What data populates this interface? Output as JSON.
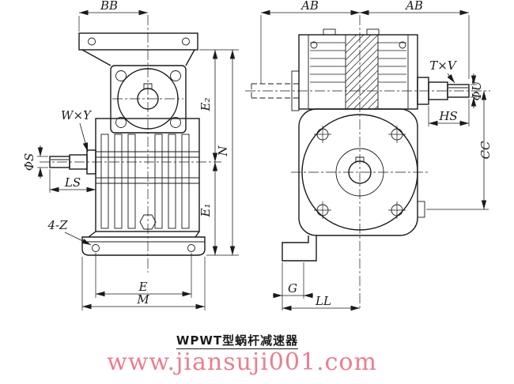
{
  "page": {
    "title": "WPWT型蜗杆减速器",
    "watermark": "www.jiansuji001.com"
  },
  "colors": {
    "line": "#1a1a1a",
    "watermark": "#ea7e90",
    "background": "#ffffff"
  },
  "front_view": {
    "dims": {
      "bb": "BB",
      "wxy": "W×Y",
      "phi_s": "ΦS",
      "ls": "LS",
      "four_z": "4-Z",
      "e": "E",
      "m": "M",
      "e2": "E₂",
      "e1": "E₁",
      "n": "N"
    }
  },
  "side_view": {
    "dims": {
      "ab_left": "AB",
      "ab_right": "AB",
      "txv": "T×V",
      "phi_u": "ΦU",
      "hs": "HS",
      "cc": "CC",
      "g": "G",
      "ll": "LL"
    }
  }
}
